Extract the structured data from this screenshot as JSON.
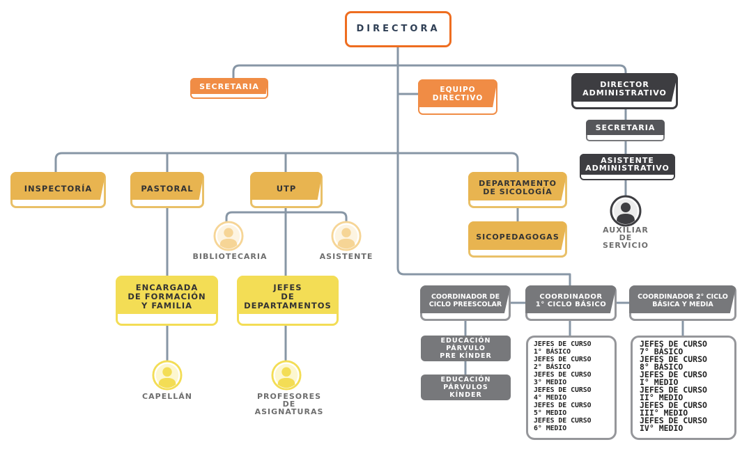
{
  "colors": {
    "line": "#8796a5",
    "orange": "#f08c45",
    "orange_dark": "#ee6d20",
    "gold": "#e8b450",
    "gold_border": "#e9c068",
    "yellow": "#f3dd55",
    "dark": "#3d3d41",
    "gray": "#77787b",
    "gray_border": "#95969a",
    "text_dark": "#333333",
    "text_gray": "#6e6e6e",
    "navy": "#2f3f55"
  },
  "nodes": {
    "directora": "DIRECTORA",
    "secretaria": "SECRETARIA",
    "equipo_directivo": "EQUIPO\nDIRECTIVO",
    "director_administrativo": "DIRECTOR\nADMINISTRATIVO",
    "secretaria_admin": "SECRETARIA",
    "asistente_administrativo": "ASISTENTE\nADMINISTRATIVO",
    "auxiliar_servicio": "AUXILIAR\nDE\nSERVICIO",
    "inspectoria": "INSPECTORÍA",
    "pastoral": "PASTORAL",
    "utp": "UTP",
    "departamento_sicologia": "DEPARTAMENTO\nDE SICOLOGÍA",
    "sicopedagogas": "SICOPEDAGOGAS",
    "bibliotecaria": "BIBLIOTECARIA",
    "asistente": "ASISTENTE",
    "encargada": "ENCARGADA\nDE FORMACIÓN\nY FAMILIA",
    "jefes_departamentos": "JEFES\nDE\nDEPARTAMENTOS",
    "capellan": "CAPELLÁN",
    "profesores": "PROFESORES\nDE\nASIGNATURAS",
    "coord_preescolar": "COORDINADOR DE\nCICLO PREESCOLAR",
    "coord_basico": "COORDINADOR\n1° CICLO BÁSICO",
    "coord_segundo": "COORDINADOR 2° CICLO\nBÁSICA Y MEDIA",
    "edu_prekinder": "EDUCACIÓN\nPÁRVULO\nPRE KÍNDER",
    "edu_kinder": "EDUCACIÓN\nPÁRVULOS\nKÍNDER",
    "jefes_1ciclo": "JEFES DE CURSO\n1° BÁSICO\nJEFES DE CURSO\n2° BÁSICO\nJEFES DE CURSO\n3° MEDIO\nJEFES DE CURSO\n4° MEDIO\nJEFES DE CURSO\n5° MEDIO\nJEFES DE CURSO\n6° MEDIO",
    "jefes_2ciclo": "JEFES DE CURSO\n7° BÁSICO\nJEFES DE CURSO\n8° BÁSICO\nJEFES DE CURSO\nI° MEDIO\nJEFES DE CURSO\nII° MEDIO\nJEFES DE CURSO\nIII° MEDIO\nJEFES DE CURSO\nIV° MEDIO"
  }
}
